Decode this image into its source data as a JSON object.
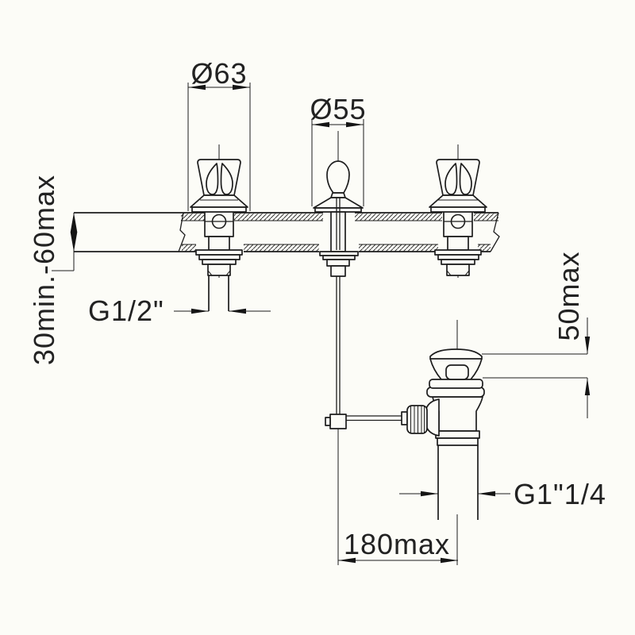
{
  "colors": {
    "line": "#1d1d1d",
    "background": "#fcfcf7"
  },
  "dims": {
    "handle_diameter": "Ø63",
    "popup_knob_diameter": "Ø55",
    "inlet_thread": "G1/2\"",
    "deck_thickness": "30min.-60max",
    "waste_flange_height": "50max",
    "waste_thread": "G1\"1/4",
    "rod_offset": "180max"
  }
}
